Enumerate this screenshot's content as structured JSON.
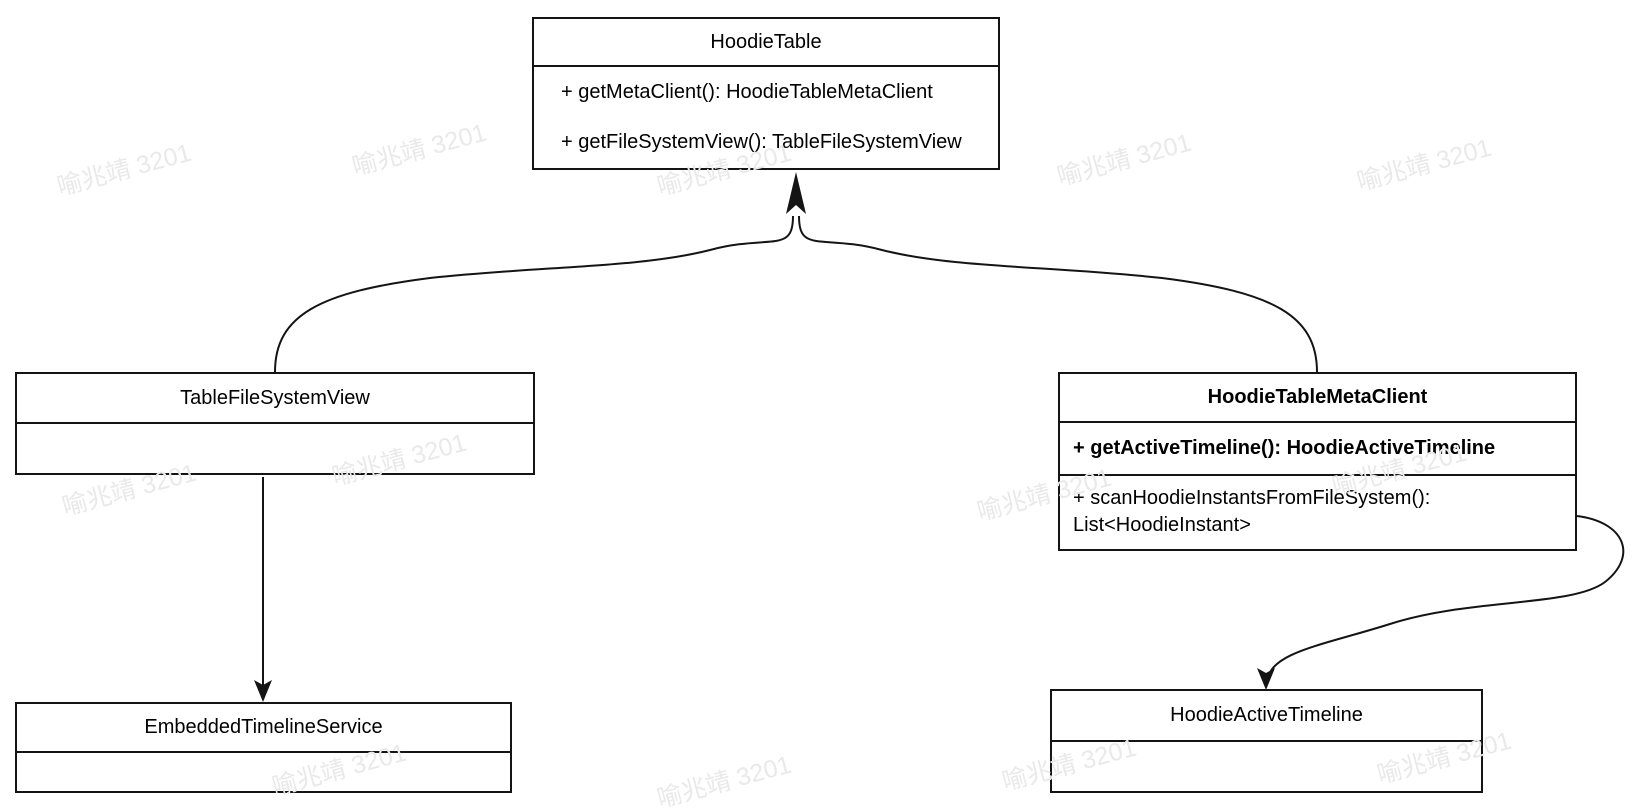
{
  "watermark": {
    "text": "喻兆靖 3201"
  },
  "classes": [
    {
      "name": "HoodieTable",
      "name_bold": false,
      "methods": [
        "+ getMetaClient(): HoodieTableMetaClient",
        "+ getFileSystemView(): TableFileSystemView"
      ]
    },
    {
      "name": "TableFileSystemView",
      "name_bold": false,
      "methods": []
    },
    {
      "name": "HoodieTableMetaClient",
      "name_bold": true,
      "methods": [
        "+ getActiveTimeline(): HoodieActiveTimeline",
        "+ scanHoodieInstantsFromFileSystem(): List<HoodieInstant>"
      ]
    },
    {
      "name": "EmbeddedTimelineService",
      "name_bold": false,
      "methods": []
    },
    {
      "name": "HoodieActiveTimeline",
      "name_bold": false,
      "methods": []
    }
  ],
  "relations": [
    {
      "from": "TableFileSystemView",
      "to": "HoodieTable",
      "style": "curved arrow into bottom of HoodieTable"
    },
    {
      "from": "HoodieTableMetaClient",
      "to": "HoodieTable",
      "style": "curved arrow into bottom of HoodieTable"
    },
    {
      "from": "TableFileSystemView",
      "to": "EmbeddedTimelineService",
      "style": "straight vertical arrow"
    },
    {
      "from": "HoodieTableMetaClient",
      "to": "HoodieActiveTimeline",
      "style": "s-curve arrow from right side down to top"
    }
  ],
  "colors": {
    "stroke": "#141414",
    "box_fill": "#ffffff",
    "background": "#ffffff",
    "watermark": "#e9e9e9"
  }
}
